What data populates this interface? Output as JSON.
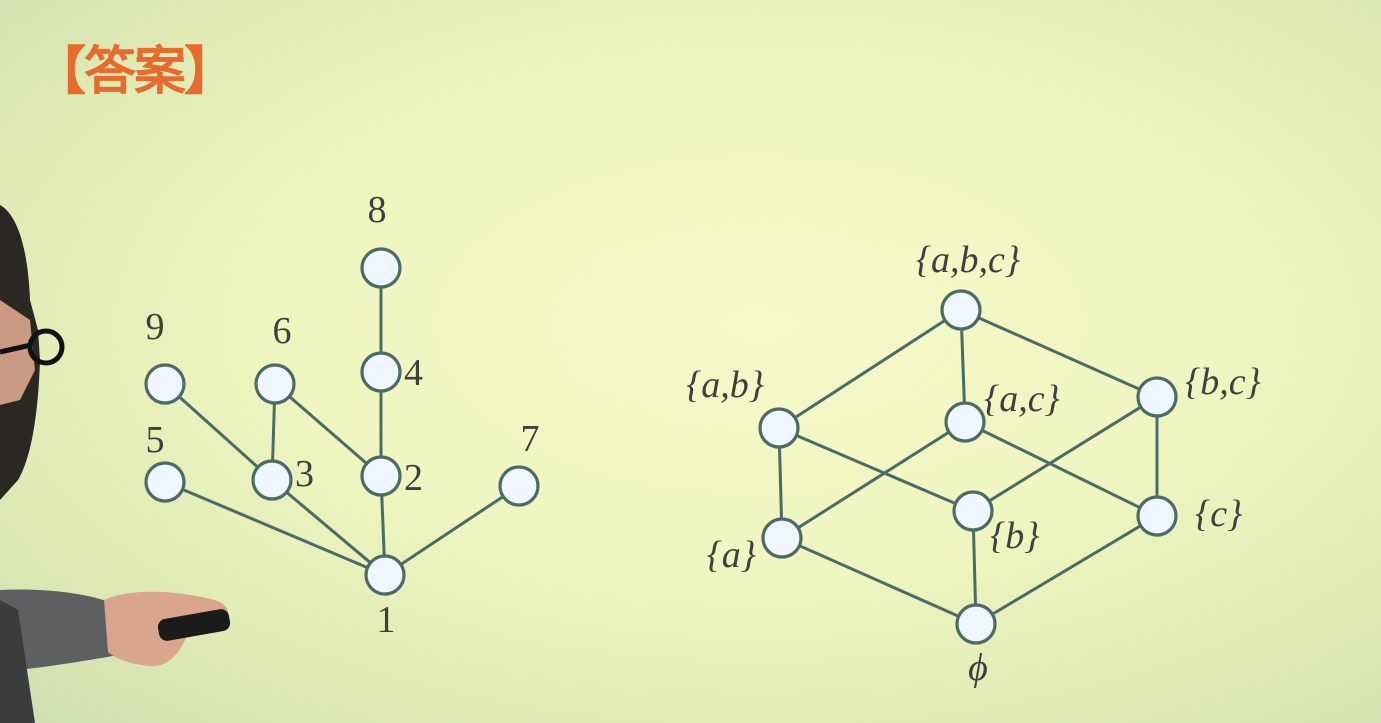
{
  "title": "【答案】",
  "diagrams": [
    {
      "id": "divisor-lattice",
      "nodes": [
        "1",
        "2",
        "3",
        "4",
        "5",
        "6",
        "7",
        "8",
        "9"
      ],
      "edges": [
        [
          "1",
          "2"
        ],
        [
          "1",
          "3"
        ],
        [
          "1",
          "5"
        ],
        [
          "1",
          "7"
        ],
        [
          "2",
          "4"
        ],
        [
          "2",
          "6"
        ],
        [
          "3",
          "6"
        ],
        [
          "3",
          "9"
        ],
        [
          "4",
          "8"
        ]
      ]
    },
    {
      "id": "powerset-lattice",
      "nodes": [
        "ϕ",
        "{a}",
        "{b}",
        "{c}",
        "{a,b}",
        "{a,c}",
        "{b,c}",
        "{a,b,c}"
      ],
      "edges": [
        [
          "ϕ",
          "{a}"
        ],
        [
          "ϕ",
          "{b}"
        ],
        [
          "ϕ",
          "{c}"
        ],
        [
          "{a}",
          "{a,b}"
        ],
        [
          "{a}",
          "{a,c}"
        ],
        [
          "{b}",
          "{a,b}"
        ],
        [
          "{b}",
          "{b,c}"
        ],
        [
          "{c}",
          "{a,c}"
        ],
        [
          "{c}",
          "{b,c}"
        ],
        [
          "{a,b}",
          "{a,b,c}"
        ],
        [
          "{a,c}",
          "{a,b,c}"
        ],
        [
          "{b,c}",
          "{a,b,c}"
        ]
      ]
    }
  ],
  "colors": {
    "title": "#e86a2c",
    "edge": "#4c6b66",
    "node_fill": "#eef7ff",
    "text": "#3f3f3f"
  }
}
